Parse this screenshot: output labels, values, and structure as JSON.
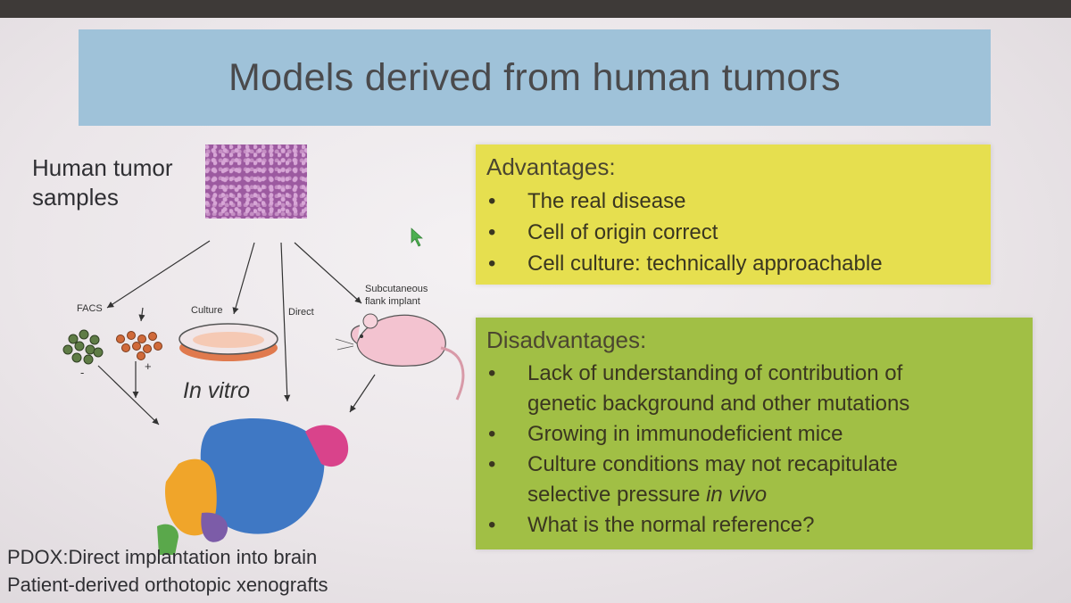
{
  "slide": {
    "title": "Models derived from human tumors",
    "sample_label_line1": "Human tumor",
    "sample_label_line2": "samples",
    "diagram": {
      "facs": "FACS",
      "culture": "Culture",
      "direct": "Direct",
      "subq_line1": "Subcutaneous",
      "subq_line2": "flank implant",
      "minus": "-",
      "plus": "+",
      "in_vitro": "In vitro"
    },
    "advantages": {
      "heading": "Advantages:",
      "items": [
        "The real disease",
        "Cell of origin correct",
        "Cell culture: technically approachable"
      ]
    },
    "disadvantages": {
      "heading": "Disadvantages:",
      "items": [
        "Lack of understanding of contribution of",
        "genetic background and other mutations",
        "Growing in immunodeficient mice",
        "Culture conditions may not recapitulate",
        "selective pressure ",
        "in vivo",
        "What is the normal reference?"
      ]
    },
    "footer_line1": "PDOX:Direct implantation into brain",
    "footer_line2": "Patient-derived orthotopic xenografts",
    "bullet": "•"
  },
  "colors": {
    "title_banner": "#9fc2d9",
    "advantages_box": "#e6df4f",
    "disadvantages_box": "#a1bf45",
    "cursor": "#4caf50"
  },
  "icons": [
    "mouse-pointer-icon",
    "mouse-illustration",
    "brain-illustration",
    "petri-dish-illustration",
    "cell-cluster-illustration"
  ]
}
